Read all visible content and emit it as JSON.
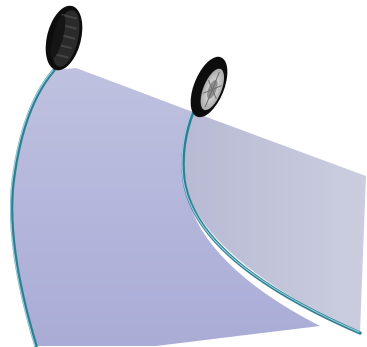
{
  "colors": {
    "background": "#ffffff",
    "inner_plane": "#c4c6d9",
    "outer_plane": "#aeb1d9",
    "track": "#2f7f93",
    "track_highlight": "#9fd5e6",
    "tire": "#0d0d0d",
    "tread": "#3a3a3a",
    "rim": "#d6d6d6"
  },
  "elements": [
    {
      "id": "outer-plane",
      "kind": "surface",
      "shape": "curved sector swept by outer wheel"
    },
    {
      "id": "inner-plane",
      "kind": "surface",
      "shape": "curved sector swept by inner wheel"
    },
    {
      "id": "outer-track",
      "kind": "wheel path"
    },
    {
      "id": "inner-track",
      "kind": "wheel path"
    },
    {
      "id": "outer-wheel",
      "kind": "tire",
      "icon": "tire-icon"
    },
    {
      "id": "inner-wheel",
      "kind": "tire",
      "icon": "tire-icon"
    }
  ]
}
